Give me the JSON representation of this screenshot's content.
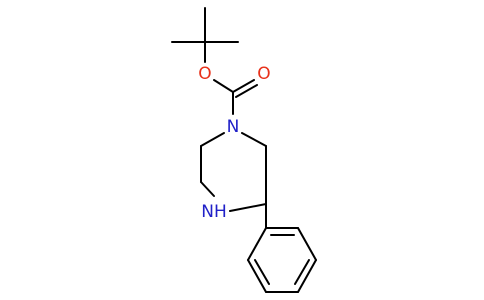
{
  "atoms": {
    "ester_oxygen": {
      "symbol": "O",
      "color": "#e8311a"
    },
    "carbonyl_oxygen": {
      "symbol": "O",
      "color": "#e8311a"
    },
    "ring_nitrogen_boc": {
      "symbol": "N",
      "color": "#2020c8"
    },
    "ring_nitrogen_h": {
      "symbol": "NH",
      "color": "#2020c8"
    }
  },
  "bond_color": "#000000"
}
